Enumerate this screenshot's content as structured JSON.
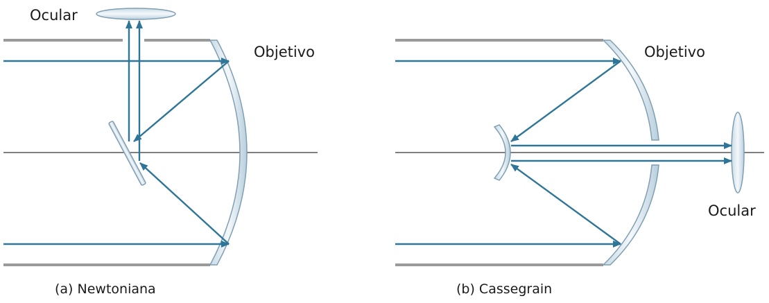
{
  "colors": {
    "ray": "#2e7597",
    "tube": "#9a9a9a",
    "optic_fill": "#dfeaf1",
    "optic_stroke": "#7f9fb3",
    "axis": "#333333"
  },
  "panel_a": {
    "eyepiece_label": "Ocular",
    "objective_label": "Objetivo",
    "caption": "(a) Newtoniana"
  },
  "panel_b": {
    "objective_label": "Objetivo",
    "eyepiece_label": "Ocular",
    "caption": "(b) Cassegrain"
  }
}
